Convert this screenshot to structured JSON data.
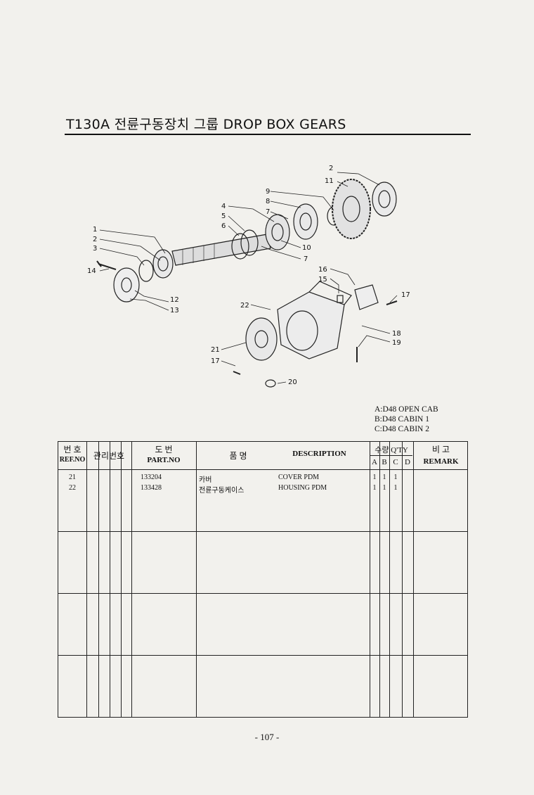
{
  "page": {
    "title": "T130A 전륜구동장치 그룹 DROP BOX GEARS",
    "page_number": "- 107 -"
  },
  "diagram": {
    "callouts": [
      "1",
      "2",
      "3",
      "4",
      "5",
      "6",
      "7",
      "8",
      "9",
      "10",
      "11",
      "12",
      "13",
      "14",
      "15",
      "16",
      "17",
      "18",
      "19",
      "20",
      "21",
      "22",
      "2",
      "7",
      "17"
    ]
  },
  "legend": {
    "a": "A:D48 OPEN CAB",
    "b": "B:D48 CABIN 1",
    "c": "C:D48 CABIN 2"
  },
  "table": {
    "headers": {
      "ref_kr": "번 호",
      "ref_en": "REF.NO",
      "mgmt": "관리번호",
      "part_kr": "도   번",
      "part_en": "PART.NO",
      "name_kr": "품     명",
      "desc": "DESCRIPTION",
      "qty_kr": "수량 Q'TY",
      "qa": "A",
      "qb": "B",
      "qc": "C",
      "qd": "D",
      "remark_kr": "비   고",
      "remark_en": "REMARK"
    },
    "rows": [
      {
        "ref": "21",
        "part": "133204",
        "name_kr": "카버",
        "desc": "COVER PDM",
        "a": "1",
        "b": "1",
        "c": "1",
        "d": ""
      },
      {
        "ref": "22",
        "part": "133428",
        "name_kr": "전륜구동케이스",
        "desc": "HOUSING PDM",
        "a": "1",
        "b": "1",
        "c": "1",
        "d": ""
      }
    ]
  }
}
